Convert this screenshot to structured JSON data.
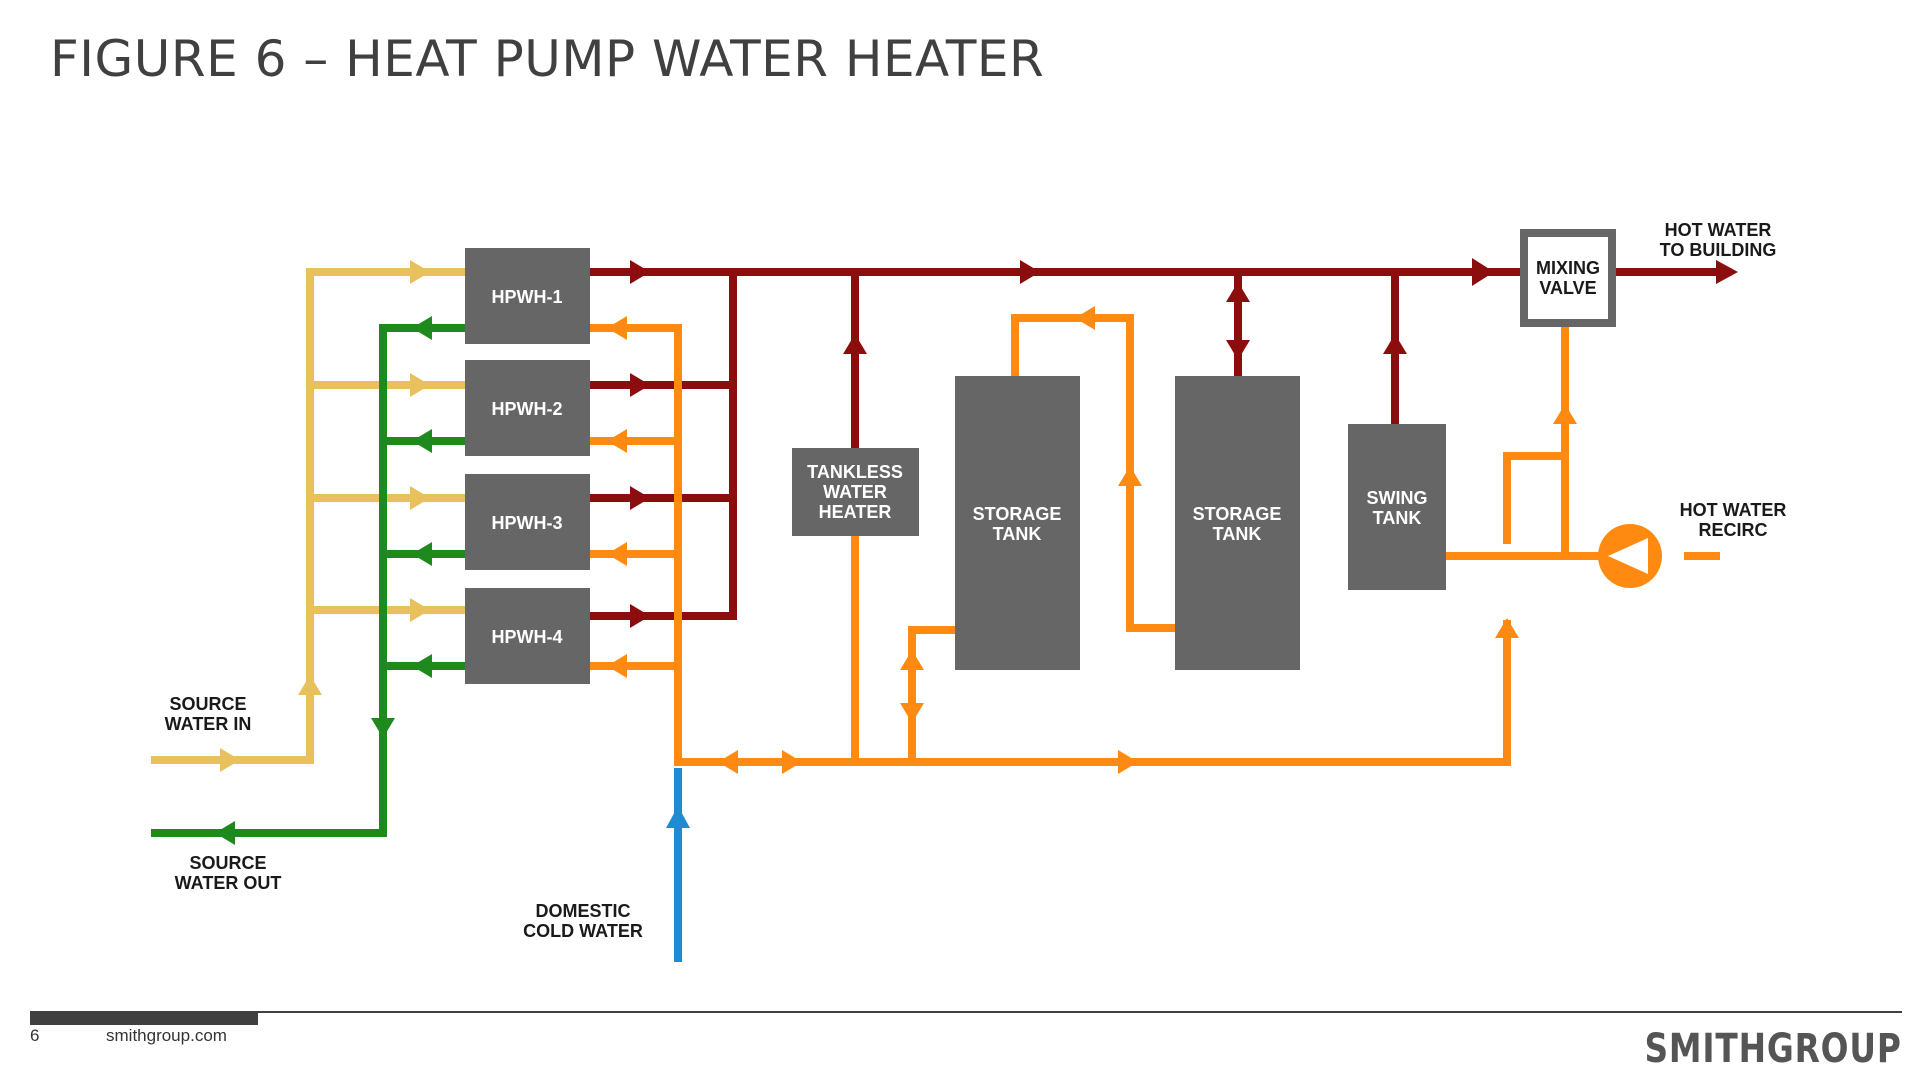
{
  "title": "FIGURE 6 – HEAT PUMP WATER HEATER",
  "colors": {
    "source_in": "#E8C15C",
    "source_out": "#1E8A1E",
    "hot": "#8B0D0D",
    "warm": "#FF8A12",
    "cold": "#1E8BD2",
    "equipment": "#666666"
  },
  "equipment": {
    "hpwh1": "HPWH-1",
    "hpwh2": "HPWH-2",
    "hpwh3": "HPWH-3",
    "hpwh4": "HPWH-4",
    "tankless": [
      "TANKLESS",
      "WATER",
      "HEATER"
    ],
    "storage1": [
      "STORAGE",
      "TANK"
    ],
    "storage2": [
      "STORAGE",
      "TANK"
    ],
    "swing": [
      "SWING",
      "TANK"
    ],
    "mixing": [
      "MIXING",
      "VALVE"
    ]
  },
  "labels": {
    "source_in": [
      "SOURCE",
      "WATER IN"
    ],
    "source_out": [
      "SOURCE",
      "WATER OUT"
    ],
    "domestic_cold": [
      "DOMESTIC",
      "COLD WATER"
    ],
    "hot_to_building": [
      "HOT WATER",
      "TO BUILDING"
    ],
    "hot_recirc": [
      "HOT WATER",
      "RECIRC"
    ]
  },
  "footer": {
    "page": "6",
    "site": "smithgroup.com",
    "brand": "SMITHGROUP"
  }
}
